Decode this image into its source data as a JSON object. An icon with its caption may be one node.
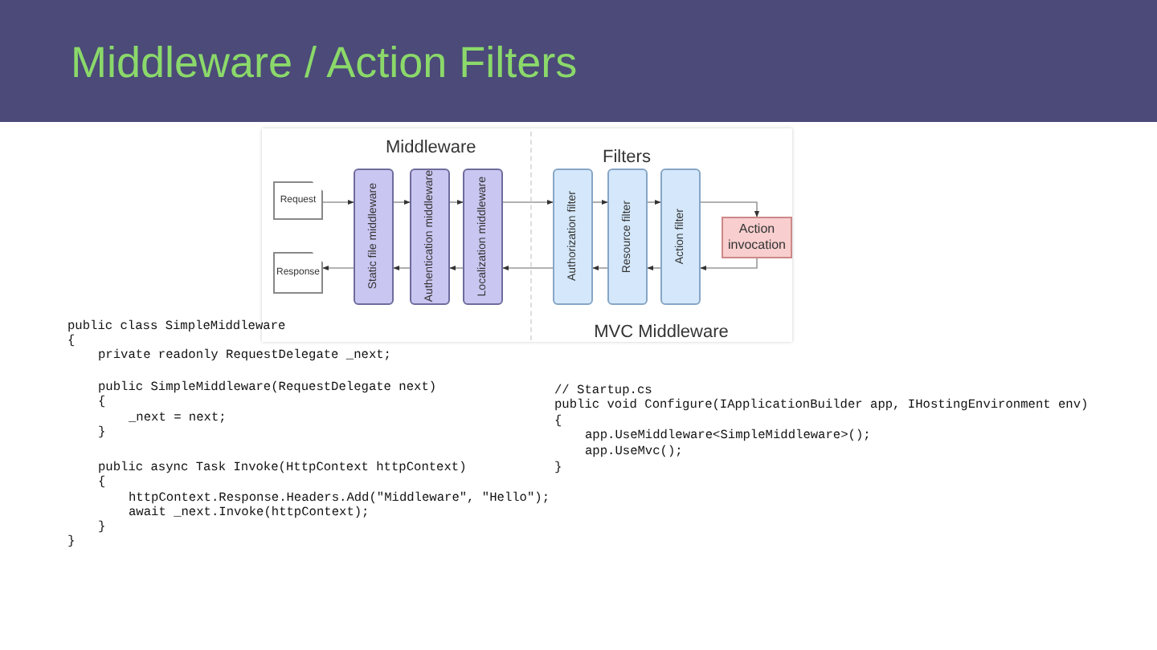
{
  "diagram": {
    "title": "Middleware / Action Filters",
    "nodes": [
      {
        "text": [
          "Request"
        ]
      },
      {
        "text": [
          "Response"
        ]
      },
      {
        "text": [
          "Static file middleware"
        ]
      },
      {
        "text": [
          "Authentication middleware"
        ]
      },
      {
        "text": [
          "Localization middleware"
        ]
      },
      {
        "text": [
          "MVC Middleware"
        ]
      },
      {
        "text": [
          "Authorization filter"
        ],
        "in": 5
      },
      {
        "text": [
          "Resource filter"
        ],
        "in": 5
      },
      {
        "text": [
          "Action filter"
        ],
        "in": 5
      },
      {
        "text": [
          "Action invocation"
        ],
        "in": 5
      }
    ],
    "edges": [
      {
        "from": 0,
        "to": 2,
        "arrow": "to"
      },
      {
        "from": 2,
        "to": 3,
        "arrow": "to"
      },
      {
        "from": 3,
        "to": 4,
        "arrow": "to"
      },
      {
        "from": 4,
        "to": 6,
        "arrow": "to"
      },
      {
        "from": 6,
        "to": 7,
        "arrow": "to"
      },
      {
        "from": 7,
        "to": 8,
        "arrow": "to"
      },
      {
        "from": 8,
        "to": 9,
        "arrow": "to"
      },
      {
        "from": 9,
        "to": 8,
        "arrow": "to"
      },
      {
        "from": 8,
        "to": 7,
        "arrow": "to"
      },
      {
        "from": 7,
        "to": 6,
        "arrow": "to"
      },
      {
        "from": 6,
        "to": 4,
        "arrow": "to"
      },
      {
        "from": 4,
        "to": 3,
        "arrow": "to"
      },
      {
        "from": 3,
        "to": 2,
        "arrow": "to"
      },
      {
        "from": 2,
        "to": 1,
        "arrow": "to"
      }
    ],
    "labels": [
      "Middleware",
      "Filters",
      "public class SimpleMiddleware",
      "{",
      "private readonly RequestDelegate _next;",
      "public SimpleMiddleware(RequestDelegate next)",
      "{",
      "_next = next;",
      "}",
      "public async Task Invoke(HttpContext httpContext)",
      "{",
      "httpContext.Response.Headers.Add(\"Middleware\", \"Hello\");",
      "await _next.Invoke(httpContext);",
      "}",
      "}",
      "// Startup.cs",
      "public void Configure(IApplicationBuilder app, IHostingEnvironment env)",
      "{",
      "app.UseMiddleware<SimpleMiddleware>();",
      "app.UseMvc();",
      "}"
    ]
  }
}
